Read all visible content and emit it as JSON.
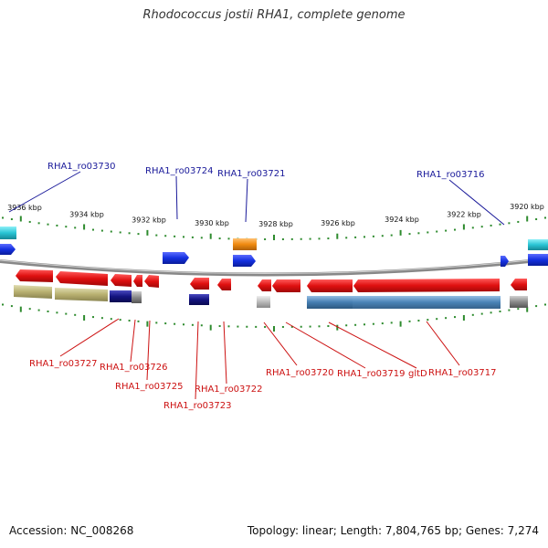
{
  "title": "Rhodococcus jostii RHA1, complete genome",
  "footer": {
    "accession": "Accession: NC_008268",
    "summary": "Topology: linear; Length: 7,804,765 bp; Genes: 7,274"
  },
  "ticks": [
    {
      "label": "3936 kbp"
    },
    {
      "label": "3934 kbp"
    },
    {
      "label": "3932 kbp"
    },
    {
      "label": "3930 kbp"
    },
    {
      "label": "3928 kbp"
    },
    {
      "label": "3926 kbp"
    },
    {
      "label": "3924 kbp"
    },
    {
      "label": "3922 kbp"
    },
    {
      "label": "3920 kbp"
    }
  ],
  "gene_labels_top": [
    "RHA1_ro03730",
    "RHA1_ro03724",
    "RHA1_ro03721",
    "RHA1_ro03716"
  ],
  "gene_labels_bottom": [
    "RHA1_ro03727",
    "RHA1_ro03726",
    "RHA1_ro03725",
    "RHA1_ro03723",
    "RHA1_ro03722",
    "RHA1_ro03720",
    "RHA1_ro03719",
    "gltD",
    "RHA1_ro03717"
  ],
  "colors": {
    "forward_gene": "#1430e0",
    "reverse_gene": "#e01010",
    "backbone": "#888888",
    "tick": "#2e8b2e",
    "label_top": "#1a1a9a",
    "label_bottom": "#cc1111",
    "cyan": "#29c4d4",
    "orange": "#f08a10",
    "olive": "#b8b070",
    "steelblue": "#3a78b0",
    "navy": "#141480",
    "grey": "#777777"
  }
}
